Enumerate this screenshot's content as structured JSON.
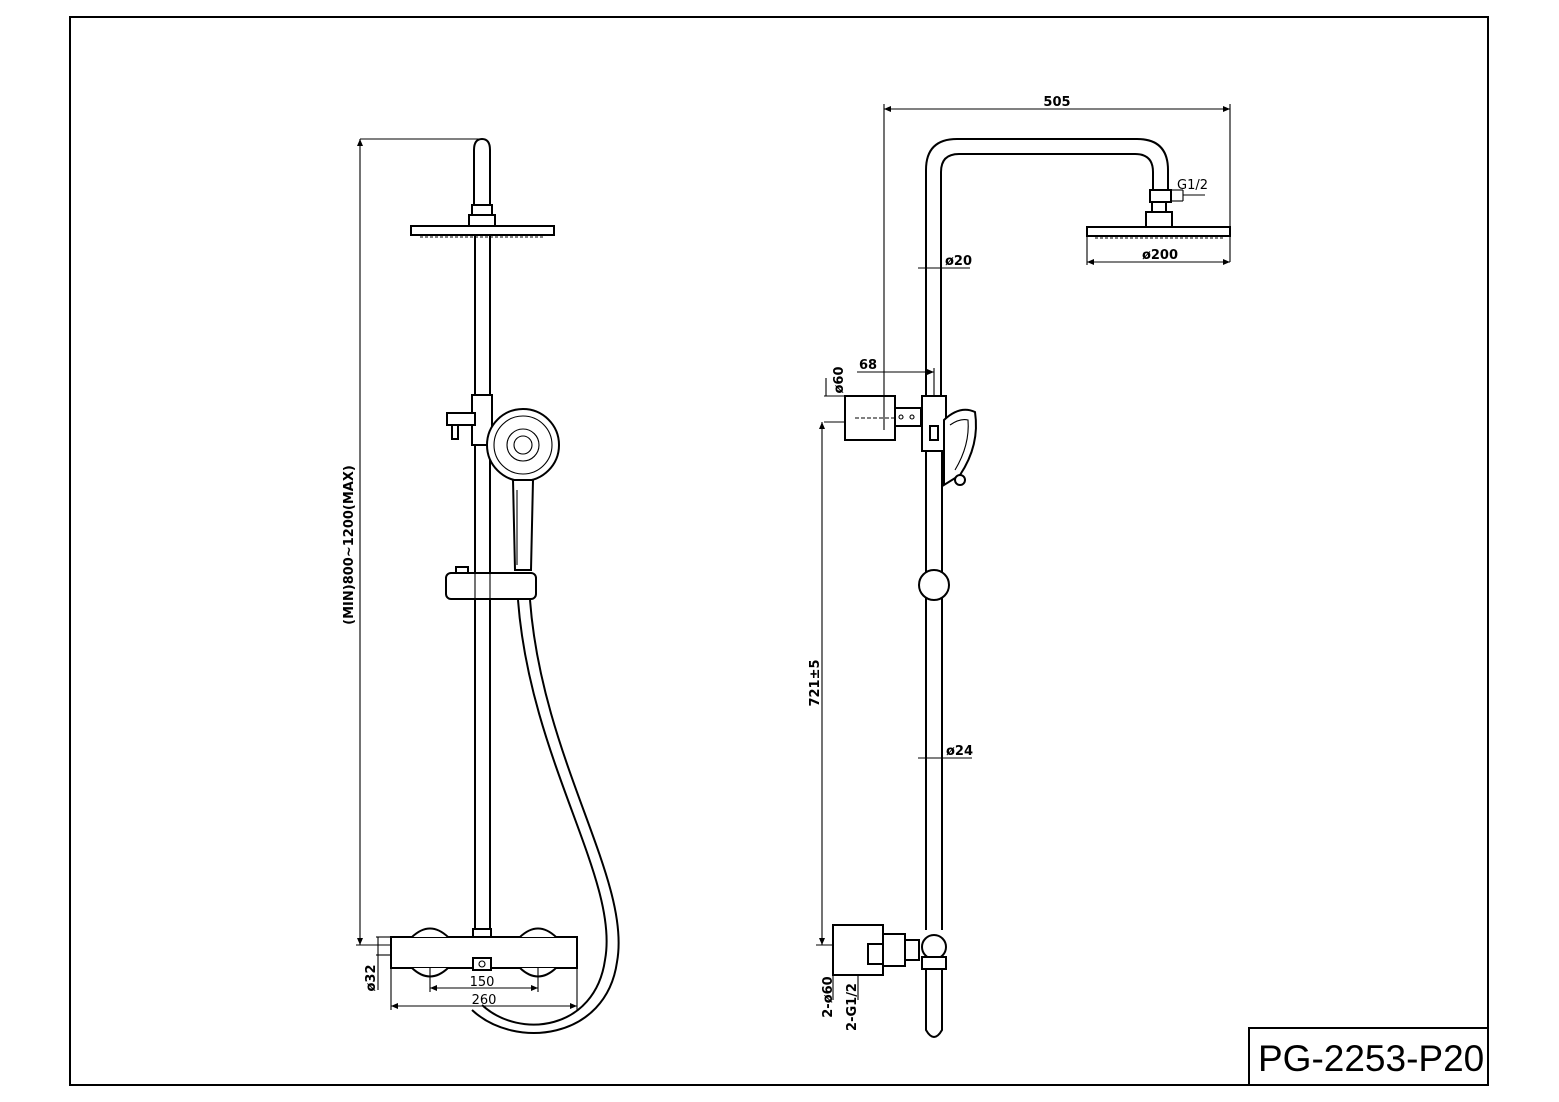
{
  "drawing_code": "PG-2253-P20",
  "front_view": {
    "height_dim": "(MIN)800~1200(MAX)",
    "pipe_dia": "ø32",
    "inlet_spacing": "150",
    "valve_width": "260"
  },
  "side_view": {
    "reach": "505",
    "head_thread": "G1/2",
    "head_dia": "ø200",
    "upper_tube_dia": "ø20",
    "wall_offset": "68",
    "bracket_dia": "ø60",
    "inlet_height": "721±5",
    "lower_tube_dia": "ø24",
    "inlet_cover_dia": "2-ø60",
    "inlet_thread": "2-G1/2"
  }
}
